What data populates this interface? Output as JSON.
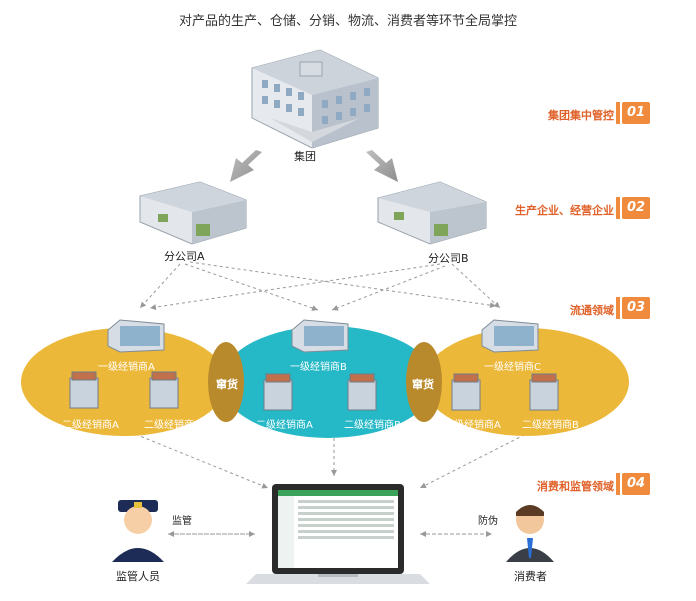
{
  "title": "对产品的生产、仓储、分销、物流、消费者等环节全局掌控",
  "nodes": {
    "group": "集团",
    "branch_a": "分公司A",
    "branch_b": "分公司B",
    "dealer_a": "一级经销商A",
    "dealer_b": "一级经销商B",
    "dealer_c": "一级经销商C",
    "sub_dealer_a": "二级经销商A",
    "sub_dealer_b": "二级经销商B",
    "overlap": "窜货",
    "supervisor": "监管人员",
    "consumer": "消费者",
    "edge_supervise": "监管",
    "edge_anticounterfeit": "防伪"
  },
  "stages": [
    {
      "num": "01",
      "label": "集团集中管控"
    },
    {
      "num": "02",
      "label": "生产企业、经营企业"
    },
    {
      "num": "03",
      "label": "流通领域"
    },
    {
      "num": "04",
      "label": "消费和监管领域"
    }
  ],
  "colors": {
    "yellow": "#ecb83a",
    "teal": "#25b8c6",
    "overlap": "#b98a2c",
    "accent": "#e0622a",
    "badge": "#f08a3c"
  }
}
